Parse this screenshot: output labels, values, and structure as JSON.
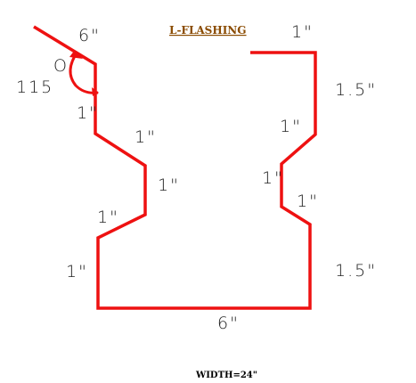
{
  "title": "L-FLASHING",
  "width_note": "WIDTH=24\"",
  "hem_label": "O",
  "angle_label": "115",
  "dimensions": {
    "top_left": "6\"",
    "top_right": "1\"",
    "right_upper": "1.5\"",
    "right_bevel_top": "1\"",
    "right_bevel_mid": "1\"",
    "right_bevel_low": "1\"",
    "right_lower": "1.5\"",
    "bottom": "6\"",
    "left_vertical_top": "1\"",
    "left_bevel_top": "1\"",
    "left_vertical_mid": "1\"",
    "left_bevel_low": "1\"",
    "left_lower": "1\""
  },
  "colors": {
    "profile": "#ee1111",
    "title": "#8a4b00"
  }
}
